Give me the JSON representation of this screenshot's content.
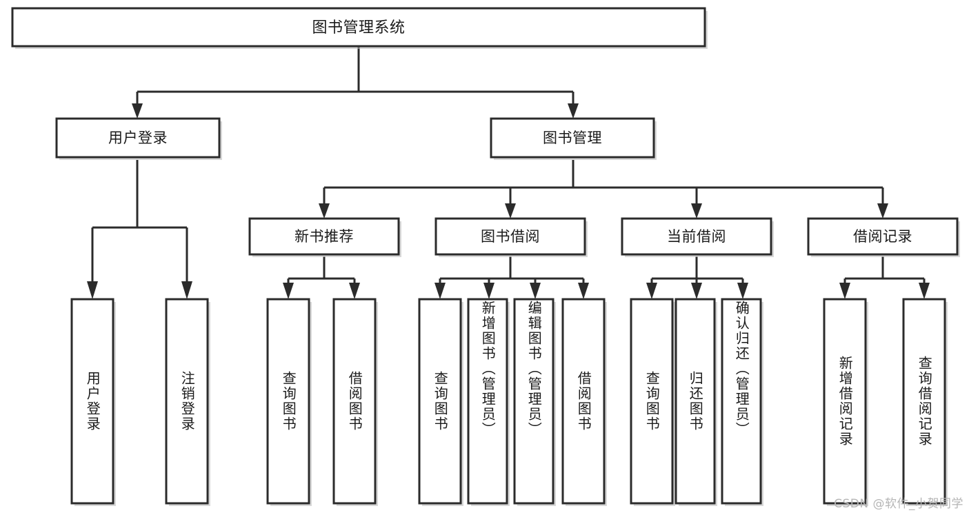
{
  "diagram": {
    "type": "tree",
    "title": "图书管理系统",
    "watermark": "CSDN @软件_小贺同学",
    "colors": {
      "box_stroke": "#2b2b2b",
      "box_fill": "#ffffff",
      "edge": "#2b2b2b",
      "background": "#ffffff",
      "watermark": "#b5b5b5"
    },
    "root": {
      "label": "图书管理系统",
      "orientation": "horizontal"
    },
    "level2": [
      {
        "label": "用户登录",
        "orientation": "horizontal"
      },
      {
        "label": "图书管理",
        "orientation": "horizontal"
      }
    ],
    "level3": [
      {
        "label": "新书推荐",
        "orientation": "horizontal",
        "parent": "图书管理"
      },
      {
        "label": "图书借阅",
        "orientation": "horizontal",
        "parent": "图书管理"
      },
      {
        "label": "当前借阅",
        "orientation": "horizontal",
        "parent": "图书管理"
      },
      {
        "label": "借阅记录",
        "orientation": "horizontal",
        "parent": "图书管理"
      }
    ],
    "leaves": {
      "用户登录": [
        {
          "label": "用户登录",
          "orientation": "vertical"
        },
        {
          "label": "注销登录",
          "orientation": "vertical"
        }
      ],
      "新书推荐": [
        {
          "label": "查询图书",
          "orientation": "vertical"
        },
        {
          "label": "借阅图书",
          "orientation": "vertical"
        }
      ],
      "图书借阅": [
        {
          "label": "查询图书",
          "orientation": "vertical"
        },
        {
          "label": "新增图书（管理员）",
          "orientation": "vertical"
        },
        {
          "label": "编辑图书（管理员）",
          "orientation": "vertical"
        },
        {
          "label": "借阅图书",
          "orientation": "vertical"
        }
      ],
      "当前借阅": [
        {
          "label": "查询图书",
          "orientation": "vertical"
        },
        {
          "label": "归还图书",
          "orientation": "vertical"
        },
        {
          "label": "确认归还（管理员）",
          "orientation": "vertical"
        }
      ],
      "借阅记录": [
        {
          "label": "新增借阅记录",
          "orientation": "vertical"
        },
        {
          "label": "查询借阅记录",
          "orientation": "vertical"
        }
      ]
    }
  }
}
